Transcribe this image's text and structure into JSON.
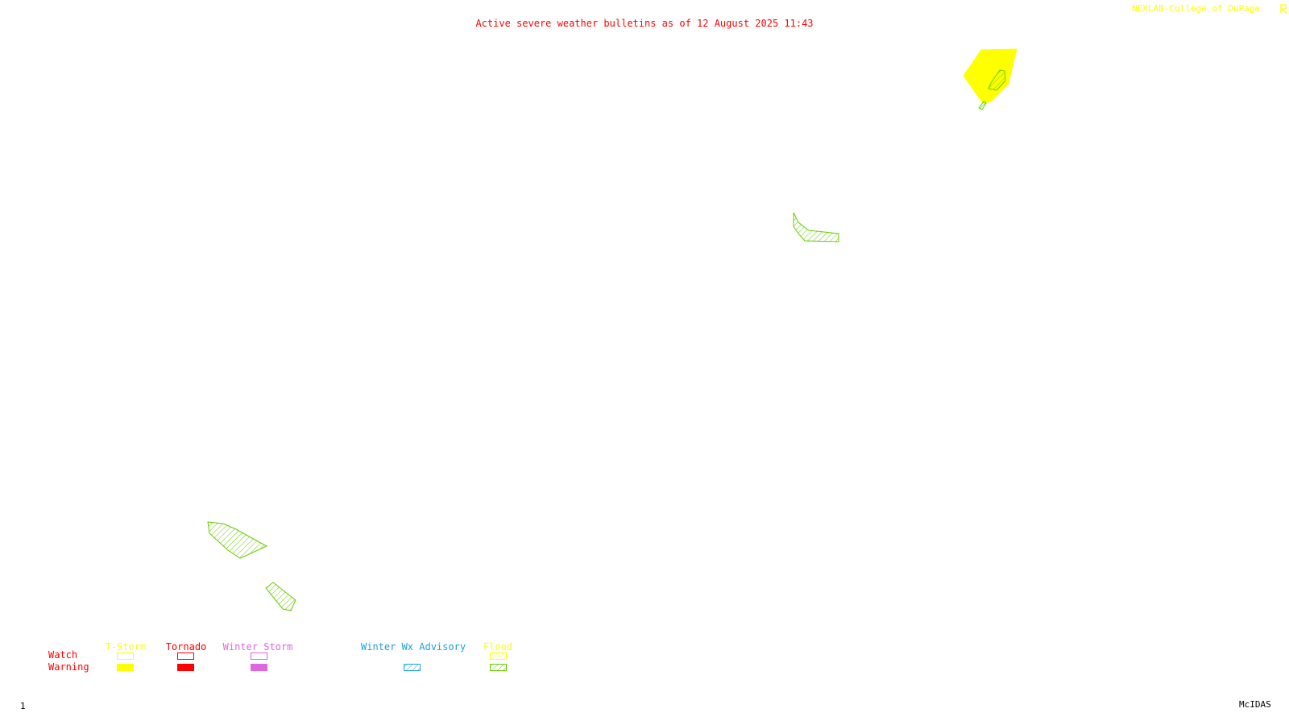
{
  "header": {
    "title": "Active severe weather bulletins as of 12 August 2025 11:43",
    "credit": "NEXLAB-College of DuPage",
    "corner_icon": "corner-mark-icon"
  },
  "footer": {
    "frame_number": "1",
    "software": "McIDAS"
  },
  "legend": {
    "rows": {
      "watch": "Watch",
      "warning": "Warning"
    },
    "columns": [
      {
        "id": "tstorm",
        "label": "T-Storm",
        "color": "#ffff00",
        "watch_style": "outline",
        "warning_style": "solid"
      },
      {
        "id": "tornado",
        "label": "Tornado",
        "color": "#ff0000",
        "watch_style": "outline",
        "warning_style": "solid"
      },
      {
        "id": "winter-storm",
        "label": "Winter Storm",
        "color": "#e066e0",
        "watch_style": "outline",
        "warning_style": "solid"
      },
      {
        "id": "winter-wx-advisory",
        "label": "Winter Wx Advisory",
        "color": "#1ea0e0",
        "watch_style": "none",
        "warning_style": "hatched"
      },
      {
        "id": "flood",
        "label": "Flood",
        "color": "#ffff00",
        "warning_color": "#66cc00",
        "watch_style": "hatched",
        "warning_style": "hatched"
      }
    ]
  },
  "colors": {
    "title": "#ff0000",
    "credit": "#ffff00",
    "watch_label": "#ff0000",
    "warning_label": "#ff0000",
    "tstorm_area": "#ffff00",
    "flood_area": "#66cc00",
    "footer_text": "#000000"
  },
  "map": {
    "areas": [
      {
        "name": "tstorm-warning-northeast",
        "type": "T-Storm Warning"
      },
      {
        "name": "flood-warning-northeast-1",
        "type": "Flood Warning"
      },
      {
        "name": "flood-warning-northeast-2",
        "type": "Flood Warning"
      },
      {
        "name": "flood-warning-central",
        "type": "Flood Warning"
      },
      {
        "name": "flood-warning-southwest-1",
        "type": "Flood Warning"
      },
      {
        "name": "flood-warning-southwest-2",
        "type": "Flood Warning"
      }
    ]
  }
}
